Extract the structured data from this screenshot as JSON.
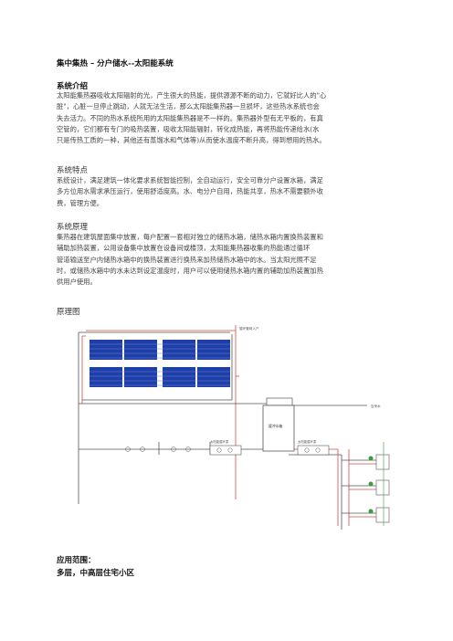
{
  "title": "集中集热 – 分户储水--太阳能系统",
  "sections": {
    "intro": {
      "heading": "系统介绍",
      "lines": [
        "太阳能集热器吸收太阳辐射的光，产生很大的热能，提供源源不断的动力，它就好比人的\"心",
        "脏\"，心脏一旦停止跳动，人就无法生活，那么太阳能集热器一旦损坏，这些热水系统也会",
        "失去活力。不同的热水系统所用的太阳能集热器是不一样的。集热器外型有无平板的，有真",
        "空管的，它们都有专门的吸热装置，吸收太阳能辐射，转化成热能，再将热能传递给水(水",
        "只是传热工质的一种，其他还有蒸馏水和气体等)从而使水温度不断升高，得到想用的热水。"
      ]
    },
    "features": {
      "heading": "系统特点",
      "lines": [
        "系统设计，满足建筑一体化要求系统智能控制，全自动运行，安全可靠分户设置水箱，满足",
        "多方位用水需求承压运行，使用舒适度高。水、电分户自用，热能共享，热水不需要额外收",
        "费，管理方便。"
      ]
    },
    "principle": {
      "heading": "系统原理",
      "lines": [
        "集热器在建筑屋面集中放置，每户配置一套相对独立的储热水箱，储热水箱内置换热装置和",
        "辅助加热装置，公用设备集中放置在设备间或楼顶，太阳能集热器收集的热能通过循环",
        "管道输送至户内储热水箱中的换热装置进行换热来加热储热水箱中的水。当太阳光照不足",
        "时，或储热水箱中的水未达到设定温度时，用户可以使用储热水箱内置的辅助加热装置加热",
        "供用户使用。"
      ]
    },
    "diagram_heading": "原理图",
    "application": {
      "heading": "应用范围：",
      "subheading": "多层，中高层住宅小区"
    }
  },
  "diagram": {
    "labels": {
      "top_right": "循环管网入户",
      "tank": "缓冲水箱",
      "right_end": "自来水",
      "pump_left": "太阳能循环泵",
      "pump_right": "太阳能循环泵"
    },
    "colors": {
      "panel": "#1f3fa8",
      "panel_line": "#6f86d6",
      "hot_pipe": "#d94a4a",
      "cold_pipe": "#555555",
      "green": "#3c9a3c"
    }
  }
}
